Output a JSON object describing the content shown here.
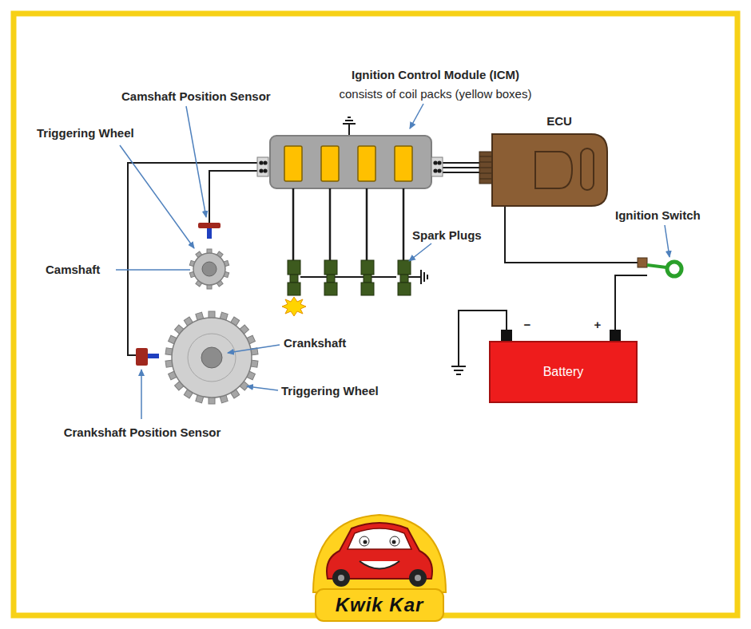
{
  "diagram": {
    "nodes": [
      {
        "text": [
          "Battery"
        ]
      }
    ],
    "labels": [
      "Ignition Control Module (ICM)",
      "consists of coil packs (yellow boxes)",
      "ECU",
      "Camshaft Position Sensor",
      "Triggering Wheel",
      "Camshaft",
      "Spark Plugs",
      "Ignition Switch",
      "Crankshaft",
      "Triggering Wheel",
      "Crankshaft Position Sensor",
      "−",
      "+",
      "Kwik Kar"
    ]
  }
}
